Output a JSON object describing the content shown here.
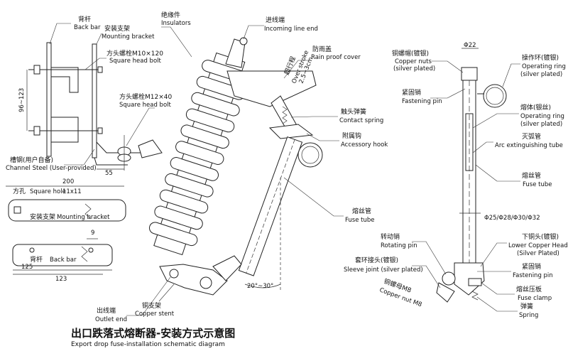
{
  "labels": {
    "back_bar_zh": "背杆",
    "back_bar_en": "Back bar",
    "mounting_bracket_zh": "安装支架",
    "mounting_bracket_en": "Mounting bracket",
    "square_bolt1_zh": "方头螺栓M10×120",
    "square_bolt1_en": "Square head bolt",
    "square_bolt2_zh": "方头螺栓M12×40",
    "square_bolt2_en": "Square head bolt",
    "channel_steel_zh": "槽钢(用户自备)",
    "channel_steel_en": "Channel Steel (User-provided)",
    "insulator_zh": "绝缘件",
    "insulator_en": "Insulators",
    "incoming_zh": "进线端",
    "incoming_en": "Incoming line end",
    "rain_cover_zh": "防雨盖",
    "rain_cover_en": "Rain proof cover",
    "overtravel_zh": "超行程",
    "overtravel_en": "Over stroke",
    "overtravel_val": "2.5~3cm",
    "contact_spring_zh": "触头弹簧",
    "contact_spring_en": "Contact spring",
    "accessory_hook_zh": "附属钩",
    "accessory_hook_en": "Accessory hook",
    "fuse_tube_mid_zh": "熔丝管",
    "fuse_tube_mid_en": "Fuse tube",
    "outlet_zh": "出线端",
    "outlet_en": "Outlet end",
    "copper_stent_zh": "铜支架",
    "copper_stent_en": "Copper stent",
    "angle": "20°~30°",
    "square_hole_zh": "方孔",
    "square_hole_en": "Square hole",
    "square_hole_size": "11x11",
    "mounting_bracket2_zh": "安装支架",
    "mounting_bracket2_en": "Mounting bracket",
    "back_bar2_zh": "背杆",
    "back_bar2_en": "Back bar",
    "copper_nuts_zh": "铜螺帽(镀银)",
    "copper_nuts_en1": "Copper nuts",
    "copper_nuts_en2": "(silver plated)",
    "fastening_pin_zh": "紧固销",
    "fastening_pin_en": "Fastening pin",
    "op_ring_zh": "操作环(镀银)",
    "op_ring_en1": "Operating ring",
    "op_ring_en2": "(silver plated)",
    "melt_zh": "熔体(银丝)",
    "melt_en1": "Operating ring",
    "melt_en2": "(silver plated)",
    "arc_tube_zh": "灭弧管",
    "arc_tube_en": "Arc extinguishing tube",
    "fuse_tube_right_zh": "熔丝管",
    "fuse_tube_right_en": "Fuse tube",
    "diameters": "Φ25/Φ28/Φ30/Φ32",
    "phi22": "Φ22",
    "rot_pin_zh": "转动销",
    "rot_pin_en": "Rotating pin",
    "sleeve_zh": "套环接头(镀银)",
    "sleeve_en": "Sleeve joint (silver plated)",
    "copper_nut_m8_zh": "铜螺母M8",
    "copper_nut_m8_en": "Copper nut M8",
    "lower_head_zh": "下铜头(镀银)",
    "lower_head_en1": "Lower Copper Head",
    "lower_head_en2": "(Silver Plated)",
    "fastening_pin2_zh": "紧固销",
    "fastening_pin2_en": "Fastening pin",
    "fuse_clamp_zh": "熔丝压板",
    "fuse_clamp_en": "Fuse clamp",
    "spring_zh": "弹簧",
    "spring_en": "Spring"
  },
  "dimensions": {
    "d96_123": "96~123",
    "d55": "55",
    "d200": "200",
    "d9": "9",
    "d123": "123"
  },
  "title": {
    "zh": "出口跌落式熔断器-安装方式示意图",
    "en": "Export drop fuse-installation schematic diagram"
  }
}
